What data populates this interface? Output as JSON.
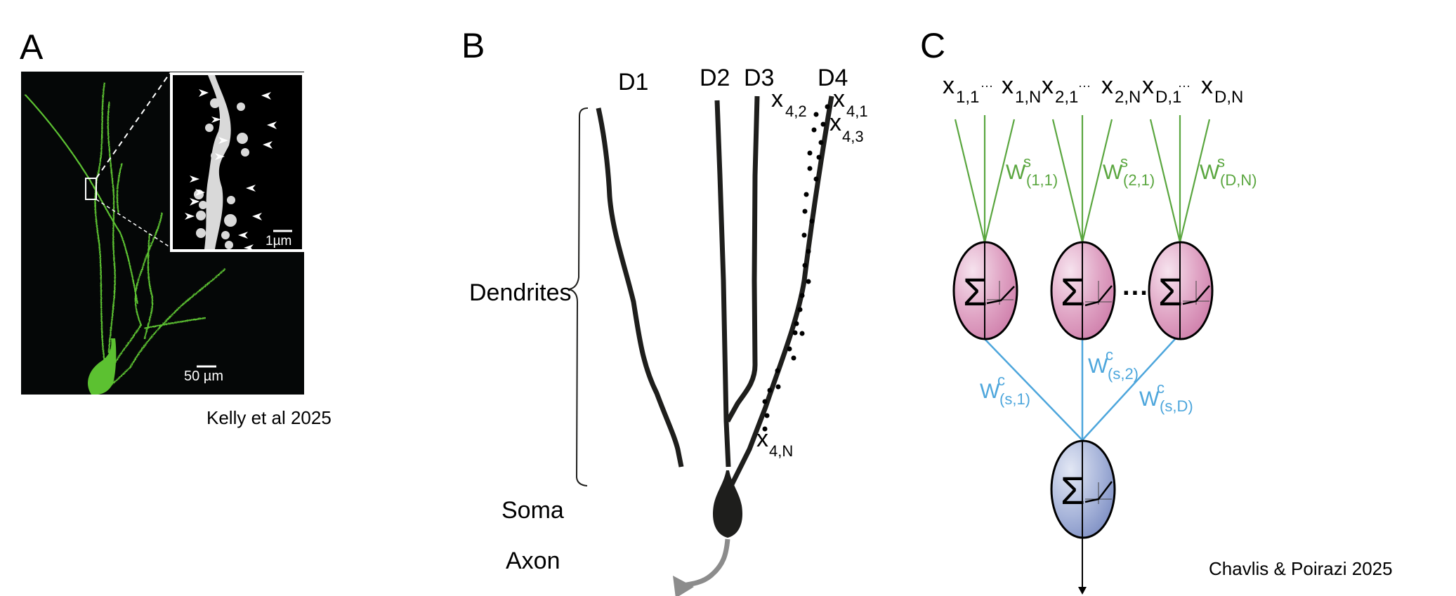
{
  "panels": {
    "A": {
      "letter": "A",
      "scale_bar_main": "50 µm",
      "scale_bar_inset": "1µm",
      "citation": "Kelly et al 2025",
      "colors": {
        "neuron": "#5cc131",
        "background": "#050707",
        "inset_bg": "#000000",
        "spine": "#d9d9d9",
        "arrowhead": "#ffffff"
      }
    },
    "B": {
      "letter": "B",
      "dendrite_labels": [
        "D1",
        "D2",
        "D3",
        "D4"
      ],
      "synapse_labels": {
        "x41": {
          "base": "x",
          "sub": "4,1"
        },
        "x42": {
          "base": "x",
          "sub": "4,2"
        },
        "x43": {
          "base": "x",
          "sub": "4,3"
        },
        "x4N": {
          "base": "x",
          "sub": "4,N"
        }
      },
      "region_labels": {
        "dendrites": "Dendrites",
        "soma": "Soma",
        "axon": "Axon"
      },
      "colors": {
        "dendrite": "#1e1e1c",
        "axon": "#8c8c8c"
      }
    },
    "C": {
      "letter": "C",
      "inputs": [
        {
          "base": "x",
          "sub": "1,1"
        },
        {
          "base": "x",
          "sub": "1,N"
        },
        {
          "base": "x",
          "sub": "2,1"
        },
        {
          "base": "x",
          "sub": "2,N"
        },
        {
          "base": "x",
          "sub": "D,1"
        },
        {
          "base": "x",
          "sub": "D,N"
        }
      ],
      "ellipsis": "···",
      "node_ellipsis": "···",
      "sum_symbol": "Σ",
      "synaptic_weights": [
        {
          "base": "W",
          "sup": "s",
          "sub": "(1,1)"
        },
        {
          "base": "W",
          "sup": "s",
          "sub": "(2,1)"
        },
        {
          "base": "W",
          "sup": "s",
          "sub": "(D,N)"
        }
      ],
      "cell_weights": [
        {
          "base": "W",
          "sup": "c",
          "sub": "(s,1)"
        },
        {
          "base": "W",
          "sup": "c",
          "sub": "(s,2)"
        },
        {
          "base": "W",
          "sup": "c",
          "sub": "(s,D)"
        }
      ],
      "citation": "Chavlis & Poirazi 2025",
      "colors": {
        "synaptic": "#5aa63f",
        "cell": "#4da6dc",
        "dendrite_node": "#d68ab3",
        "soma_node": "#8b9bcb"
      }
    }
  }
}
